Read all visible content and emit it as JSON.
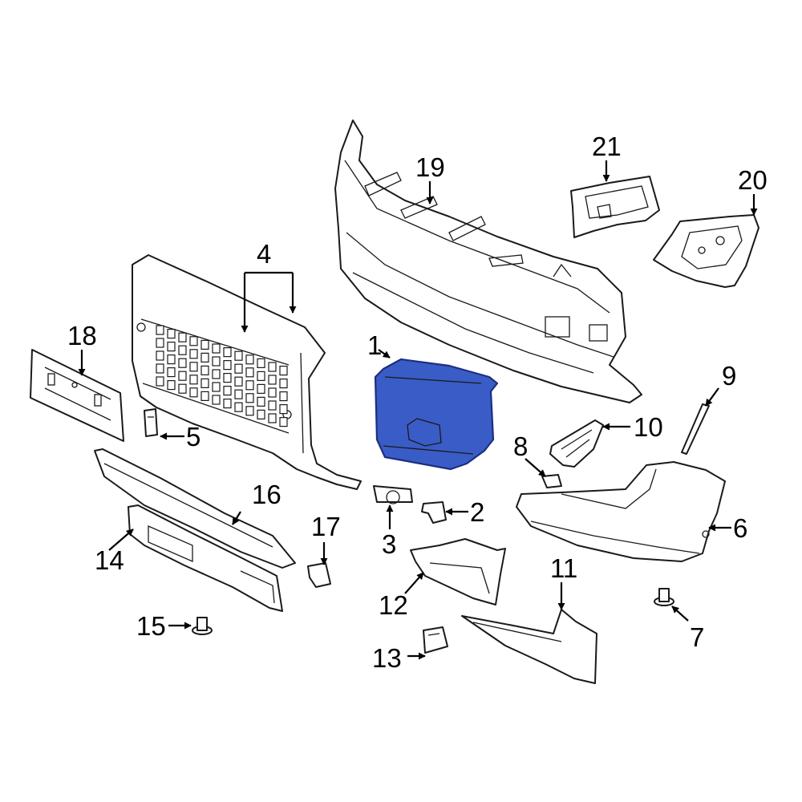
{
  "colors": {
    "highlight_fill": "#3a5cc6",
    "highlight_stroke": "#1b2f80",
    "line": "#1a1a1a",
    "background": "#ffffff"
  },
  "highlighted_part": "1",
  "callouts": {
    "c1": "1",
    "c2": "2",
    "c3": "3",
    "c4": "4",
    "c5": "5",
    "c6": "6",
    "c7": "7",
    "c8": "8",
    "c9": "9",
    "c10": "10",
    "c11": "11",
    "c12": "12",
    "c13": "13",
    "c14": "14",
    "c15": "15",
    "c16": "16",
    "c17": "17",
    "c18": "18",
    "c19": "19",
    "c20": "20",
    "c21": "21"
  }
}
